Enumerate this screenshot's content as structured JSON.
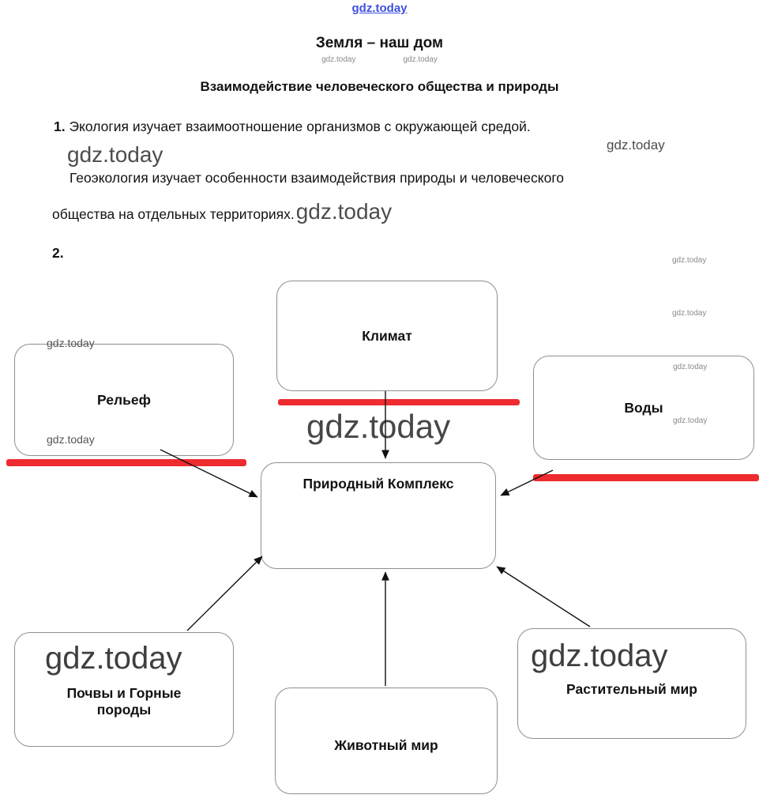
{
  "link": {
    "label": "gdz.today"
  },
  "header": {
    "title": "Земля – наш дом",
    "subtitle": "Взаимодействие человеческого общества и природы"
  },
  "answers": {
    "item1": {
      "number": "1.",
      "line1": "Экология изучает взаимоотношение организмов с окружающей средой.",
      "line2": "Геоэкология изучает особенности взаимодействия природы и человеческого",
      "line3": "общества на отдельных территориях."
    },
    "item2": {
      "number": "2."
    }
  },
  "watermark": {
    "text": "gdz.today"
  },
  "diagram": {
    "center_label": "Природный Комплекс",
    "climate_label": "Климат",
    "relief_label": "Рельеф",
    "waters_label": "Воды",
    "soils_label": "Почвы и Горные породы",
    "animals_label": "Животный мир",
    "plants_label": "Растительный мир"
  },
  "colors": {
    "red_bar": "#ee2b2e",
    "link_blue": "#3f4fe0",
    "watermark_gray": "#555555"
  }
}
